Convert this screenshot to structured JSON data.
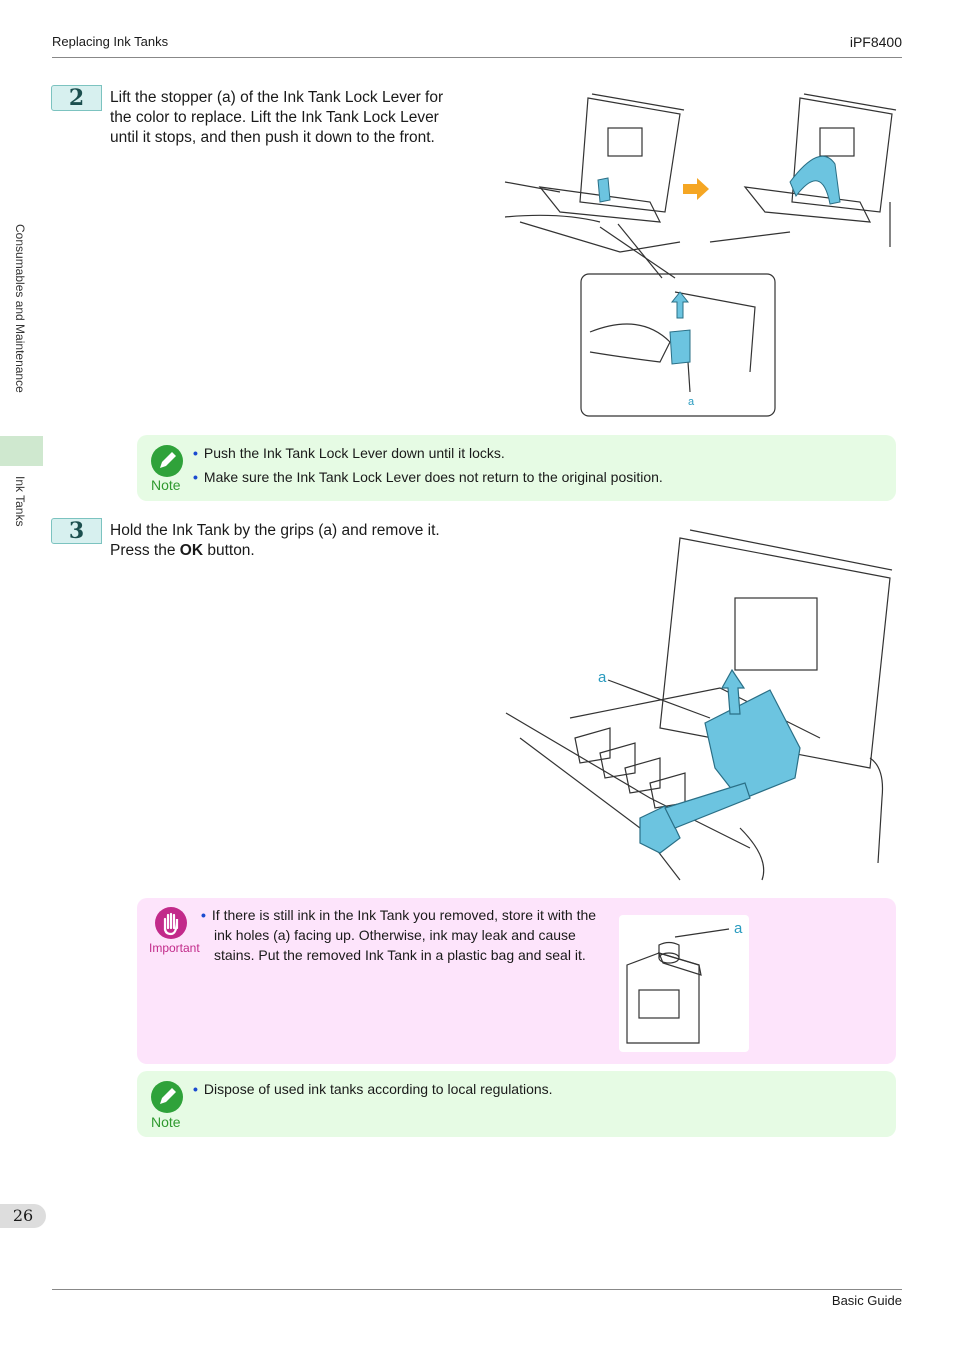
{
  "header": {
    "section": "Replacing Ink Tanks",
    "model": "iPF8400"
  },
  "sidebar": {
    "chapter": "Consumables and Maintenance",
    "section": "Ink Tanks"
  },
  "steps": [
    {
      "number": "2",
      "lines": [
        "Lift the stopper (a) of the Ink Tank Lock Lever for",
        "the color to replace. Lift the Ink Tank Lock Lever",
        "until it stops, and then push it down to the front."
      ],
      "figure_label": "a"
    },
    {
      "number": "3",
      "line1": "Hold the Ink Tank by the grips (a) and remove it.",
      "line2_pre": "Press the ",
      "line2_bold": "OK",
      "line2_post": " button.",
      "figure_label": "a"
    }
  ],
  "note1": {
    "label": "Note",
    "items": [
      "Push the Ink Tank Lock Lever down until it locks.",
      "Make sure the Ink Tank Lock Lever does not return to the original position."
    ]
  },
  "important": {
    "label": "Important",
    "lines": [
      "If there is still ink in the Ink Tank you removed, store it with the",
      "ink holes (a) facing up. Otherwise, ink may leak and cause",
      "stains. Put the removed Ink Tank in a plastic bag and seal it."
    ],
    "figure_label": "a"
  },
  "note2": {
    "label": "Note",
    "items": [
      "Dispose of used ink tanks according to local regulations."
    ]
  },
  "footer": {
    "page": "26",
    "guide": "Basic Guide"
  },
  "colors": {
    "accent_teal": "#7cc3c0",
    "note_green": "#e6fbe4",
    "important_pink": "#fde4fb",
    "ink_blue": "#6cc4e0",
    "arrow_orange": "#f5a623"
  }
}
